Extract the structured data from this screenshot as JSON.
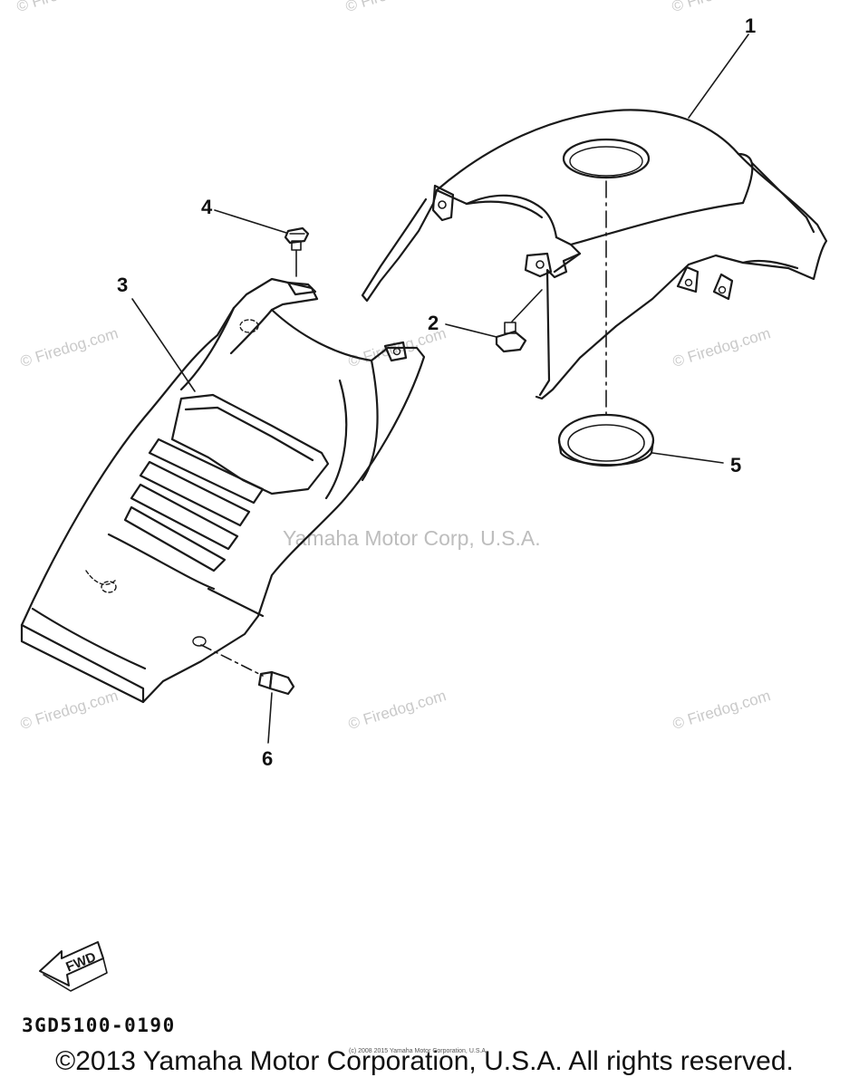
{
  "watermarks": {
    "site": "© Firedog.com",
    "site_cut": "© Firedo",
    "center": "Yamaha Motor Corp, U.S.A."
  },
  "callouts": [
    {
      "number": "1",
      "part": "tank-cover"
    },
    {
      "number": "2",
      "part": "nut"
    },
    {
      "number": "3",
      "part": "seat-cover"
    },
    {
      "number": "4",
      "part": "screw"
    },
    {
      "number": "5",
      "part": "ring"
    },
    {
      "number": "6",
      "part": "bolt"
    }
  ],
  "fwd_label": "FWD",
  "part_code": "3GD5100-0190",
  "fine_print": "(c) 2008 2015 Yamaha Motor Corporation, U.S.A.",
  "copyright": "©2013 Yamaha Motor Corporation, U.S.A. All rights reserved.",
  "colors": {
    "line": "#1a1a1a",
    "watermark": "#c9c9c9",
    "background": "#ffffff"
  }
}
